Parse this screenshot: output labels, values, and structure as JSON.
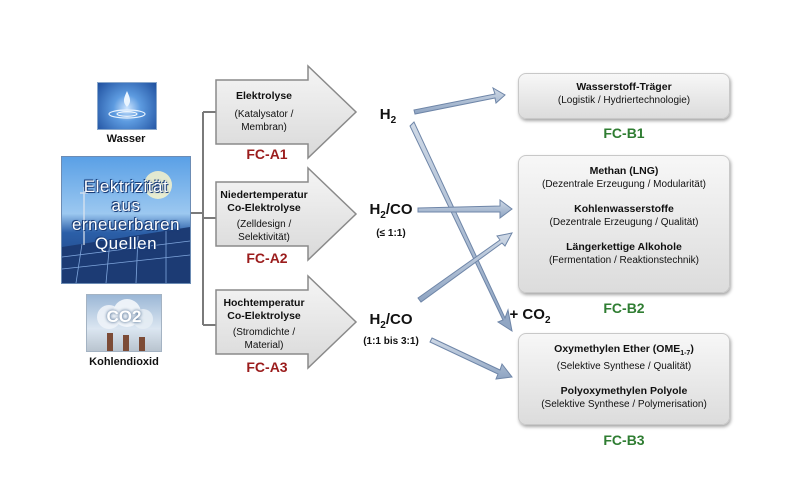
{
  "sources": {
    "water": {
      "label": "Wasser"
    },
    "electricity": {
      "lines": [
        "Elektrizität",
        "aus",
        "erneuerbaren",
        "Quellen"
      ]
    },
    "co2": {
      "label": "Kohlendioxid",
      "image_text": "CO2"
    }
  },
  "processes": [
    {
      "title": "Elektrolyse",
      "subtitle_lines": [
        "(Katalysator /",
        "Membran)"
      ],
      "code": "FC-A1"
    },
    {
      "title_lines": [
        "Niedertemperatur",
        "Co-Elektrolyse"
      ],
      "subtitle_lines": [
        "(Zelldesign /",
        "Selektivität)"
      ],
      "code": "FC-A2"
    },
    {
      "title_lines": [
        "Hochtemperatur",
        "Co-Elektrolyse"
      ],
      "subtitle_lines": [
        "(Stromdichte /",
        "Material)"
      ],
      "code": "FC-A3"
    }
  ],
  "products": [
    {
      "main": "H",
      "sub": "2",
      "rest": ""
    },
    {
      "main": "H",
      "sub": "2",
      "rest": "/CO",
      "ratio": "(≤ 1:1)"
    },
    {
      "main": "H",
      "sub": "2",
      "rest": "/CO",
      "ratio": "(1:1 bis 3:1)"
    }
  ],
  "co2_plus": {
    "prefix": "+ CO",
    "sub": "2"
  },
  "targets": [
    {
      "code": "FC-B1",
      "entries": [
        {
          "title": "Wasserstoff-Träger",
          "subtitle": "(Logistik / Hydriertechnologie)"
        }
      ]
    },
    {
      "code": "FC-B2",
      "entries": [
        {
          "title": "Methan (LNG)",
          "subtitle": "(Dezentrale Erzeugung / Modularität)"
        },
        {
          "title": "Kohlenwasserstoffe",
          "subtitle": "(Dezentrale Erzeugung / Qualität)"
        },
        {
          "title": "Längerkettige Alkohole",
          "subtitle": "(Fermentation / Reaktionstechnik)"
        }
      ]
    },
    {
      "code": "FC-B3",
      "entries": [
        {
          "title": "Oxymethylen Ether (OME",
          "title_sub": "1-7",
          "title_end": ")",
          "subtitle": "(Selektive Synthese / Qualität)"
        },
        {
          "title": "Polyoxymethylen Polyole",
          "subtitle": "(Selektive Synthese / Polymerisation)"
        }
      ]
    }
  ],
  "colors": {
    "code_red": "#9b1c1c",
    "code_green": "#2f7d32",
    "arrow_fill": "#e6e6e6",
    "arrow_stroke": "#8a8a8a",
    "link_arrow": "#9ab0cc"
  }
}
